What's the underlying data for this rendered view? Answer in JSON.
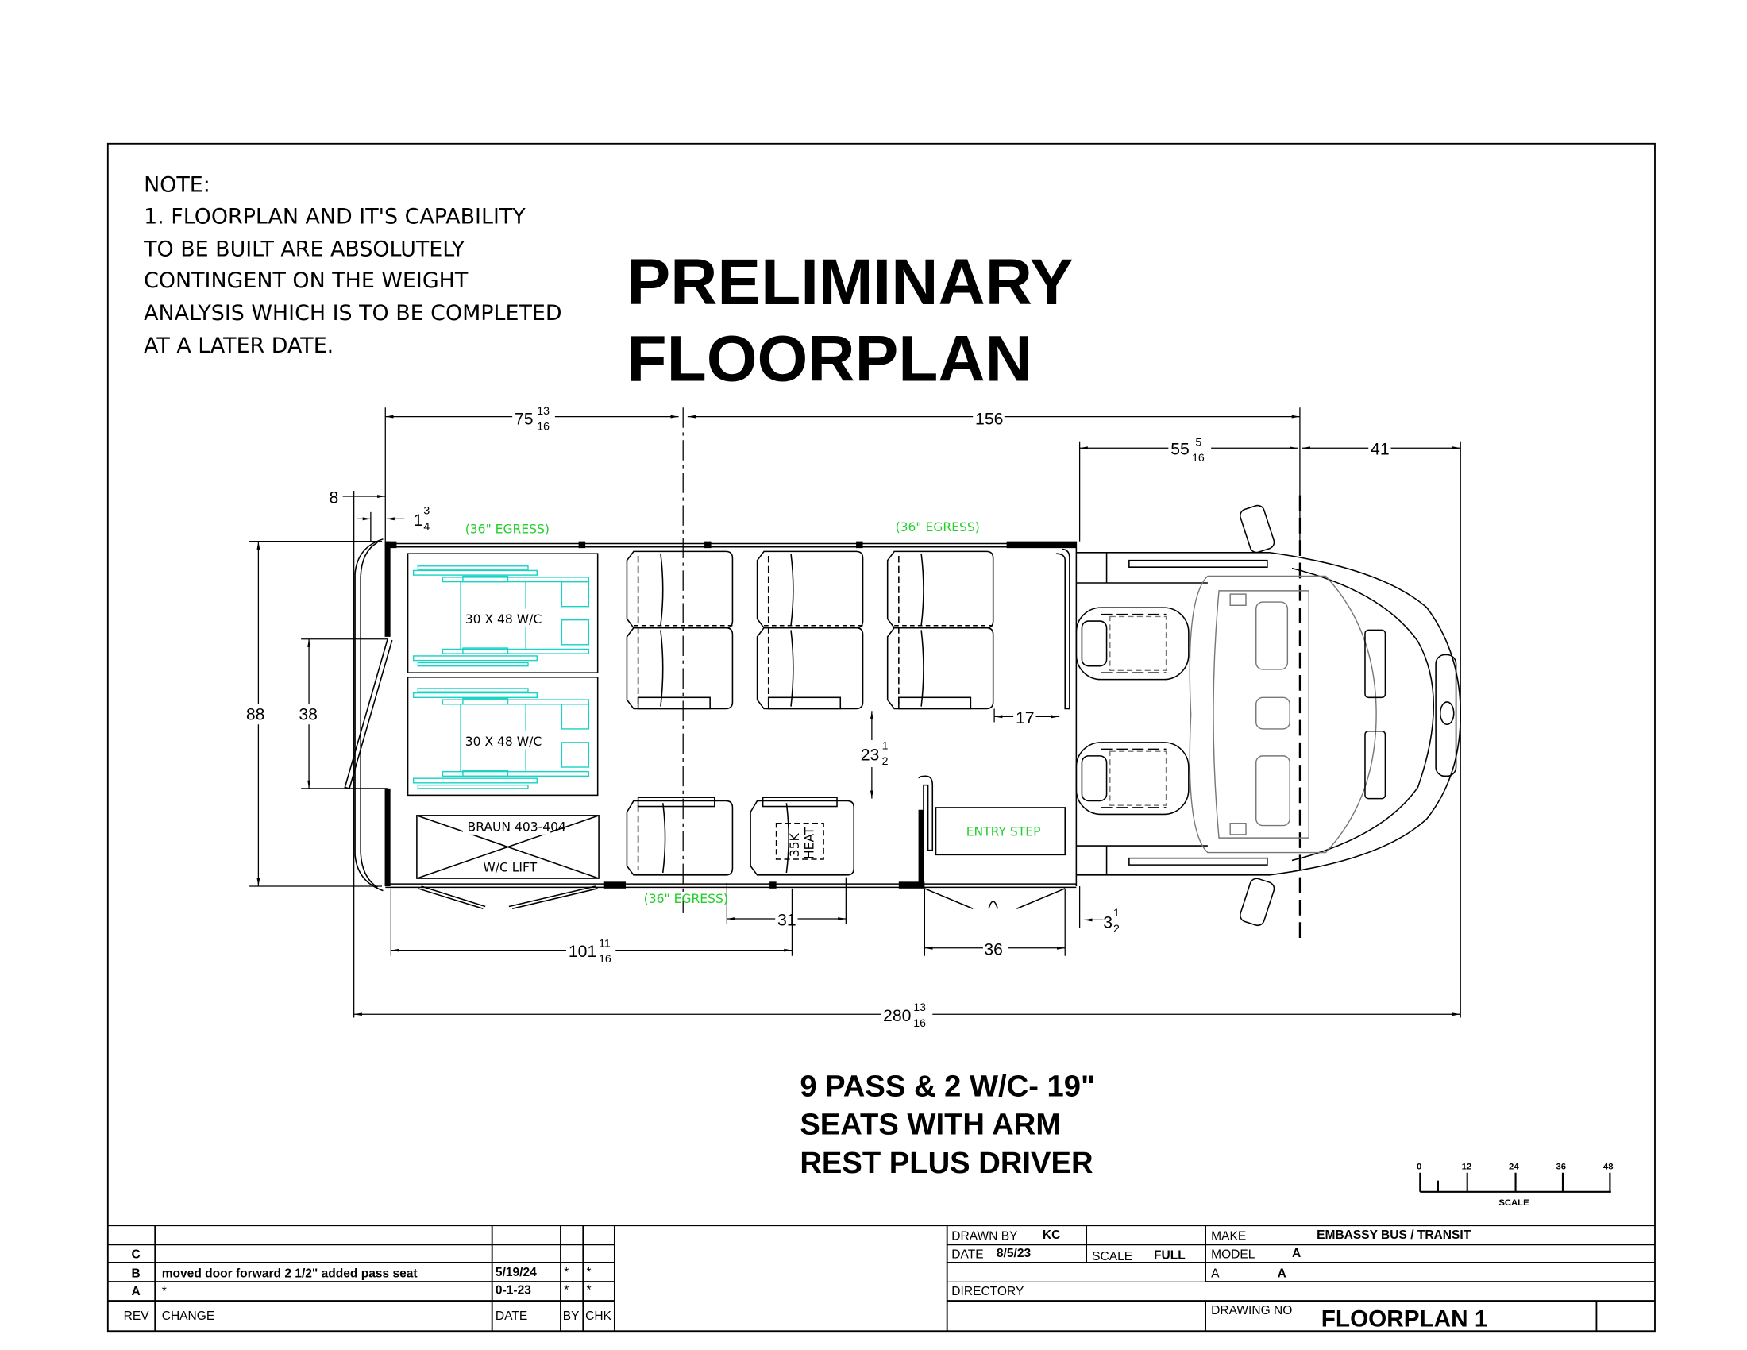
{
  "note": {
    "lines": [
      "NOTE:",
      "1. FLOORPLAN AND IT'S CAPABILITY",
      "TO BE BUILT ARE ABSOLUTELY",
      "CONTINGENT ON THE WEIGHT",
      "ANALYSIS WHICH IS TO BE COMPLETED",
      "AT A LATER DATE."
    ]
  },
  "title": {
    "line1": "PRELIMINARY",
    "line2": "FLOORPLAN"
  },
  "dimensions": {
    "d75": {
      "whole": "75",
      "num": "13",
      "den": "16"
    },
    "d156": "156",
    "d55": {
      "whole": "55",
      "num": "5",
      "den": "16"
    },
    "d41": "41",
    "d8": "8",
    "d1_3_4": {
      "whole": "1",
      "num": "3",
      "den": "4"
    },
    "d88": "88",
    "d38": "38",
    "d17": "17",
    "d23": {
      "whole": "23",
      "num": "1",
      "den": "2"
    },
    "d31": "31",
    "d36": "36",
    "d3_1_2": {
      "whole": "3",
      "num": "1",
      "den": "2"
    },
    "d101": {
      "whole": "101",
      "num": "11",
      "den": "16"
    },
    "d280": {
      "whole": "280",
      "num": "13",
      "den": "16"
    }
  },
  "labels": {
    "egress": "(36\" EGRESS)",
    "wc": "30 X 48 W/C",
    "lift_model": "BRAUN 403-404",
    "lift": "W/C LIFT",
    "entry_step": "ENTRY STEP",
    "heat_a": "35K",
    "heat_b": "HEAT"
  },
  "summary": [
    "9 PASS & 2 W/C- 19\"",
    "SEATS  WITH ARM",
    "REST PLUS DRIVER"
  ],
  "scale_bar": {
    "ticks": [
      "0",
      "12",
      "24",
      "36",
      "48"
    ],
    "label": "SCALE"
  },
  "revisions": {
    "headers": {
      "rev": "REV",
      "change": "CHANGE",
      "date": "DATE",
      "by": "BY",
      "chk": "CHK"
    },
    "rows": [
      {
        "rev": "C",
        "change": "",
        "date": "",
        "by": "",
        "chk": ""
      },
      {
        "rev": "B",
        "change": "moved door forward 2 1/2\" added pass seat",
        "date": "5/19/24",
        "by": "*",
        "chk": "*"
      },
      {
        "rev": "A",
        "change": "*",
        "date": "0-1-23",
        "by": "*",
        "chk": "*"
      }
    ]
  },
  "title_block": {
    "drawn_by_label": "DRAWN BY",
    "drawn_by": "KC",
    "date_label": "DATE",
    "date": "8/5/23",
    "scale_label": "SCALE",
    "scale": "FULL",
    "make_label": "MAKE",
    "make": "EMBASSY BUS / TRANSIT",
    "model_label": "MODEL",
    "model": "A",
    "a_label": "A",
    "a_value": "A",
    "directory_label": "DIRECTORY",
    "drawing_no_label": "DRAWING NO",
    "drawing_no": "FLOORPLAN 1"
  }
}
